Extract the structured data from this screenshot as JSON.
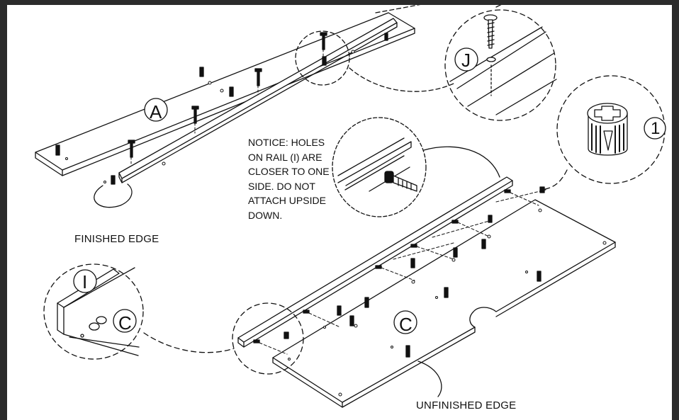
{
  "labels": {
    "part_a": "A",
    "part_c_small": "C",
    "part_c_large": "C",
    "part_i": "I",
    "part_j": "J",
    "part_1": "1",
    "finished_edge": "FINISHED EDGE",
    "unfinished_edge": "UNFINISHED EDGE"
  },
  "notice_lines": [
    "NOTICE: HOLES",
    "ON RAIL (I) ARE",
    "CLOSER TO ONE",
    "SIDE. DO NOT",
    "ATTACH UPSIDE",
    "DOWN."
  ],
  "colors": {
    "background_outer": "#2b2b2b",
    "page": "#ffffff",
    "ink": "#111111"
  },
  "icons": [
    "screw-icon",
    "cam-bolt-icon",
    "cam-lock-icon",
    "dowel-hole-icon"
  ]
}
